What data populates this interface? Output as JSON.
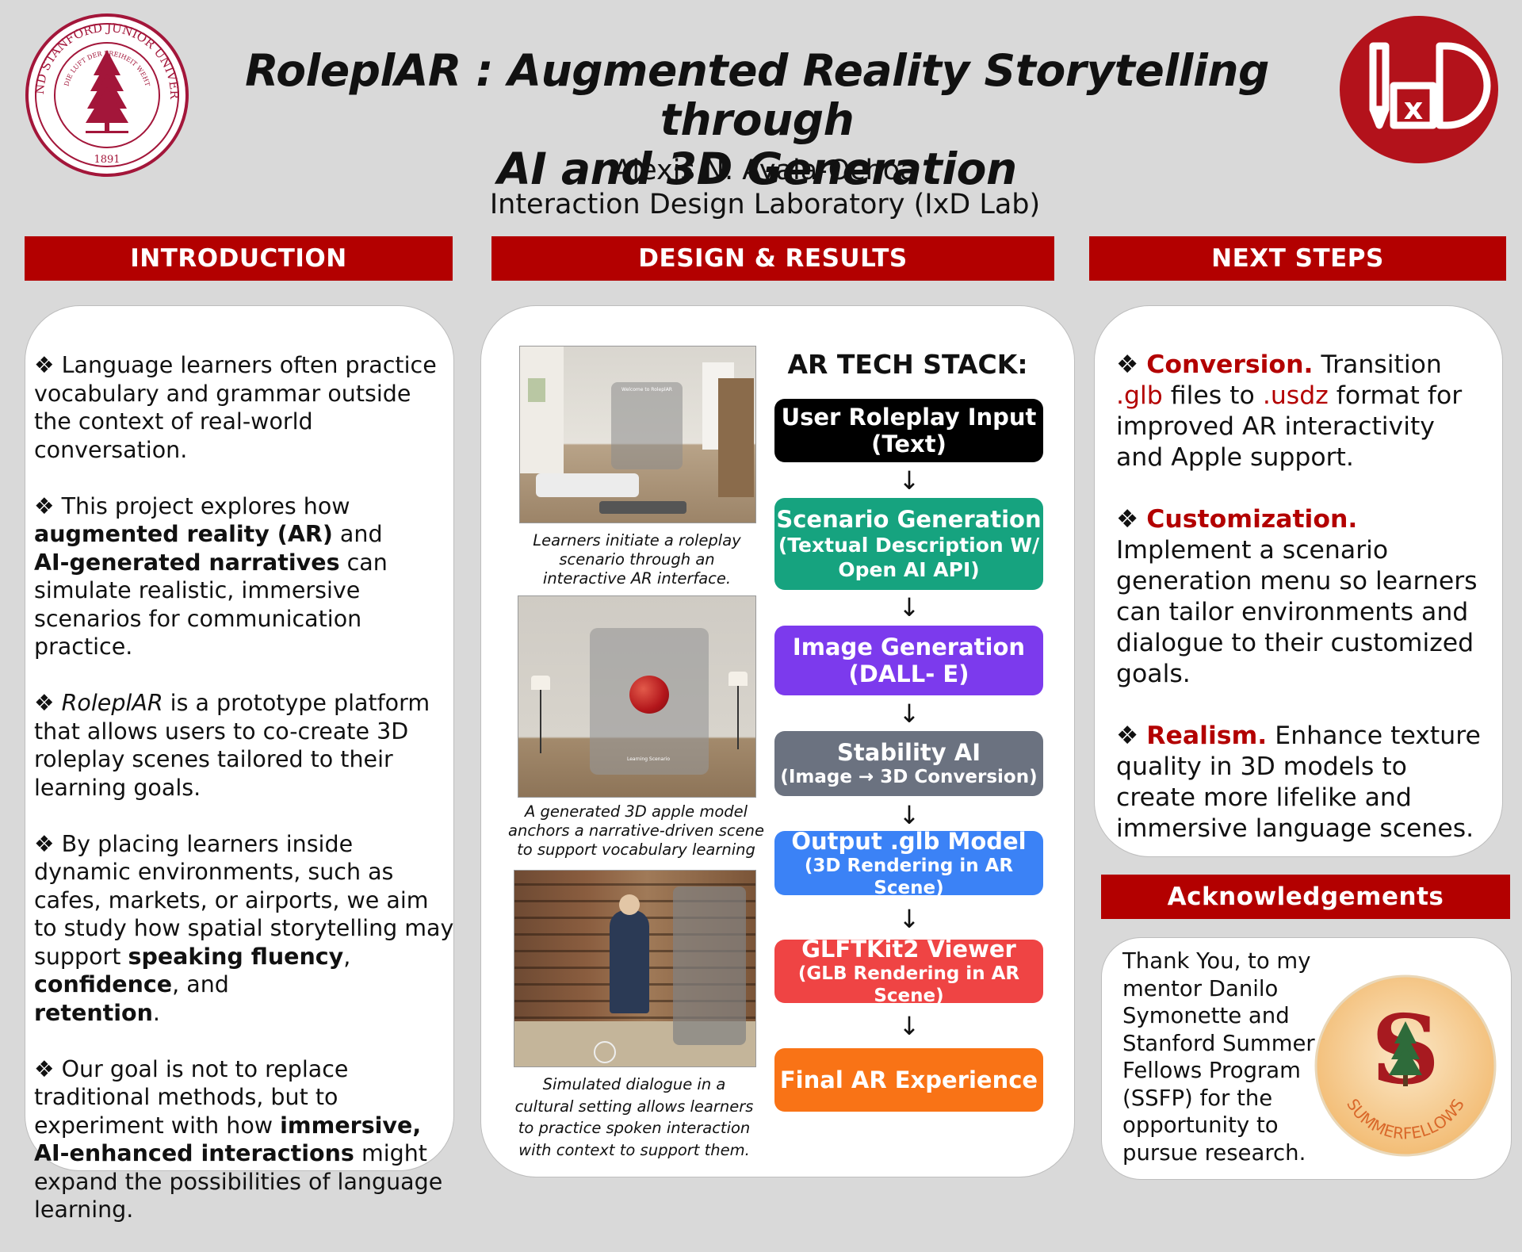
{
  "header": {
    "title_line1": "RoleplAR : Augmented Reality Storytelling through",
    "title_line2": "AI and 3D Generation",
    "author": "Alexis N. Ayala-Ochoa",
    "lab": "Interaction Design Laboratory (IxD Lab)"
  },
  "logos": {
    "seal_top": "LELAND STANFORD JUNIOR UNIVERSITY",
    "seal_motto": "DIE LUFT DER FREIHEIT WEHT",
    "seal_year": "1891",
    "ixd": "IxD"
  },
  "sections": {
    "introduction": "INTRODUCTION",
    "design": "DESIGN & RESULTS",
    "next": "NEXT STEPS",
    "ack": "Acknowledgements"
  },
  "intro": {
    "p1": "Language learners often practice vocabulary and grammar outside the context of real-world conversation.",
    "p2_a": "This project explores how ",
    "p2_b": "augmented reality (AR)",
    "p2_c": " and ",
    "p2_d": "AI-generated narratives",
    "p2_e": " can simulate realistic, immersive scenarios for communication practice.",
    "p3_a": "RoleplAR",
    "p3_b": " is a prototype platform that allows users to co-create 3D roleplay scenes tailored to their learning goals.",
    "p4_a": "By placing learners inside dynamic environments, such as cafes, markets, or airports, we aim to study how spatial storytelling may support ",
    "p4_b": "speaking fluency",
    "p4_c": ", ",
    "p4_d": "confidence",
    "p4_e": ", and ",
    "p4_f": "retention",
    "p4_g": ".",
    "p5_a": "Our goal is not to replace traditional methods, but to experiment with how ",
    "p5_b": "immersive, AI-enhanced interactions",
    "p5_c": " might expand the possibilities of language learning."
  },
  "design": {
    "caption1": "Learners initiate a roleplay scenario through an interactive AR interface.",
    "caption2": "A generated 3D apple model anchors a narrative-driven scene to support vocabulary learning",
    "caption3": "Simulated dialogue in a cultural setting allows learners to practice spoken interaction with context to support them.",
    "ui_welcome": "Welcome to RoleplAR",
    "ui_learning": "Learning Scenario"
  },
  "stack": {
    "title": "AR TECH STACK:",
    "arrow": "↓",
    "boxes": [
      {
        "l1": "User Roleplay Input",
        "l2": "(Text)",
        "color": "#000000"
      },
      {
        "l1": "Scenario Generation",
        "l2": "(Textual Description W/",
        "l3": "Open AI API)",
        "color": "#16a37f"
      },
      {
        "l1": "Image Generation",
        "l2": "(DALL- E)",
        "color": "#7c3aed"
      },
      {
        "l1": "Stability AI",
        "l2": "(Image → 3D Conversion)",
        "color": "#6b7280"
      },
      {
        "l1": "Output .glb Model",
        "l2": "(3D Rendering in AR Scene)",
        "color": "#3b82f6"
      },
      {
        "l1": "GLFTKit2 Viewer",
        "l2": "(GLB Rendering in AR Scene)",
        "color": "#ef4444"
      },
      {
        "l1": "Final AR Experience",
        "color": "#f97316"
      }
    ]
  },
  "next": {
    "n1_h": "Conversion.",
    "n1_a": " Transition ",
    "n1_glb": ".glb",
    "n1_b": " files to ",
    "n1_usdz": ".usdz",
    "n1_c": " format for improved AR interactivity and Apple support.",
    "n2_h": "Customization.",
    "n2_a": " Implement a scenario generation menu so learners can tailor environments and dialogue to their customized goals.",
    "n3_h": "Realism.",
    "n3_a": " Enhance texture quality in 3D models to create more lifelike and immersive language scenes."
  },
  "ack": {
    "text": "Thank You, to my mentor Danilo Symonette and Stanford Summer Fellows Program (SSFP) for the opportunity to pursue research.",
    "badge_s": "S",
    "badge_ring": "SUMMERFELLOWS"
  },
  "bullet": "❖"
}
